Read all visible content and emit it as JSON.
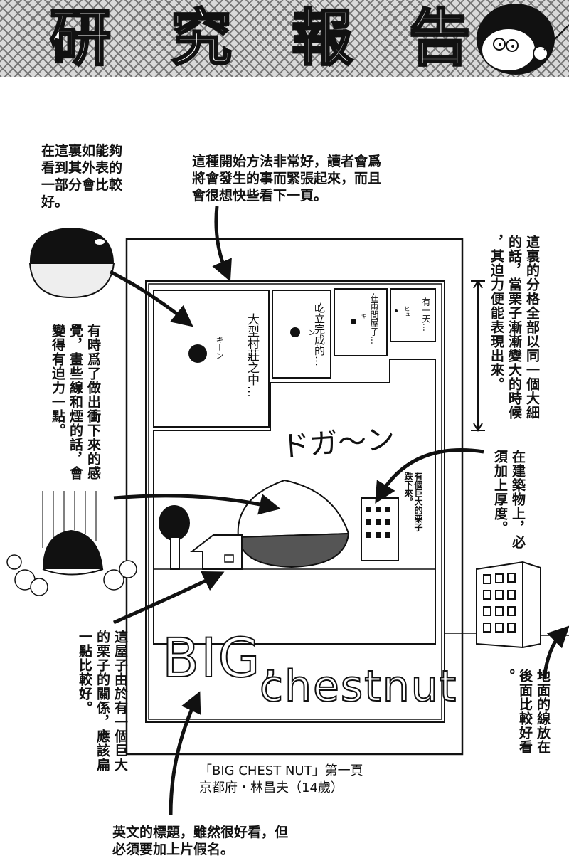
{
  "header": {
    "title_chars": [
      "研",
      "究",
      "報",
      "告"
    ]
  },
  "notes": {
    "top_left": "在這裏如能夠\n看到其外表的\n一部分會比較\n好。",
    "top_center": "這種開始方法非常好，讀者會爲\n將會發生的事而緊張起來，而且\n會很想快些看下一頁。",
    "left_vertical": "有時爲了做出衝下來的感\n覺，畫些線和煙的話，會\n變得有迫力一點。",
    "right_top_vertical": "這裏的分格全部以同一個大細\n的話，當栗子漸漸變大的時候\n，其迫力便能表現出來。",
    "right_mid_vertical": "在建築物上，必\n須加上厚度。",
    "bottom_left_vertical": "這屋子由於有一個巨大\n的栗子的關係，應該扁\n一點比較好。",
    "bottom_right_vertical": "地面的線放在\n後面比較好看\n。",
    "bottom": "英文的標題，雖然很好看，但\n必須要加上片假名。"
  },
  "comic": {
    "panel1": "大型村莊之中…",
    "panel1_sfx": "キーン",
    "panel2": "屹立完成的…",
    "panel2_sfx": "ン",
    "panel3": "在兩間屋子…",
    "panel3_sfx": "キ",
    "panel4": "有一天…",
    "panel4_sfx": "ヒュ",
    "main_sfx": "ドガ～ン",
    "main_text": "有個巨大的栗子\n跌下來。",
    "title_line1": "BIG,",
    "title_line2": "chestnut"
  },
  "caption": {
    "line1": "「BIG CHEST NUT」第一頁",
    "line2": "京都府・林昌夫（14歲）"
  }
}
